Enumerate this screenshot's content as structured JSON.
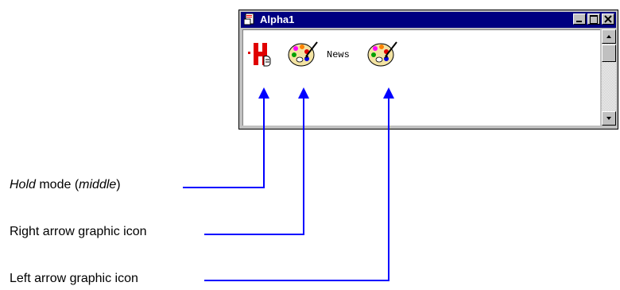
{
  "window": {
    "title": "Alpha1",
    "news_label": "News"
  },
  "callouts": {
    "hold_mode": {
      "em": "Hold",
      "text1": " mode (",
      "em2": "middle",
      "text2": ")"
    },
    "right_arrow": "Right arrow graphic icon",
    "left_arrow": "Left arrow graphic icon"
  },
  "colors": {
    "titlebar": "#000080",
    "arrow": "#0000ff"
  }
}
